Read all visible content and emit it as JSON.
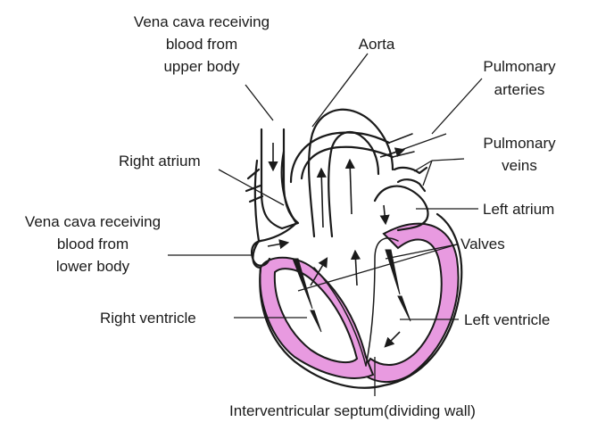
{
  "colors": {
    "muscle_fill": "#e89ae0",
    "vessel_fill": "#f2d3ee",
    "ink": "#1a1a1a",
    "background": "#ffffff"
  },
  "labels": {
    "vena_cava_upper_1": "Vena cava receiving",
    "vena_cava_upper_2": "blood from",
    "vena_cava_upper_3": "upper body",
    "aorta": "Aorta",
    "pulmonary_arteries_1": "Pulmonary",
    "pulmonary_arteries_2": "arteries",
    "pulmonary_veins_1": "Pulmonary",
    "pulmonary_veins_2": "veins",
    "right_atrium": "Right atrium",
    "left_atrium": "Left atrium",
    "vena_cava_lower_1": "Vena cava receiving",
    "vena_cava_lower_2": "blood from",
    "vena_cava_lower_3": "lower body",
    "valves": "Valves",
    "right_ventricle": "Right ventricle",
    "left_ventricle": "Left ventricle",
    "septum": "Interventricular septum(dividing wall)"
  }
}
